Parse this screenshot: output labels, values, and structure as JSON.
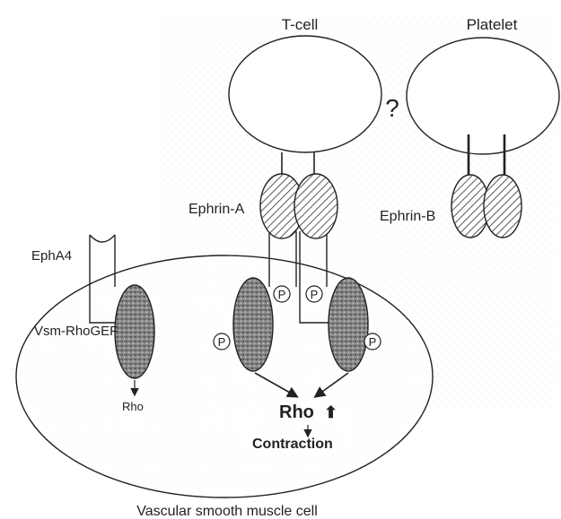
{
  "labels": {
    "tcell": "T-cell",
    "platelet": "Platelet",
    "question": "?",
    "ephrin_a": "Ephrin-A",
    "ephrin_b": "Ephrin-B",
    "epha4": "EphA4",
    "vsm_rhogef": "Vsm-RhoGEF",
    "rho_small": "Rho",
    "rho_main": "Rho",
    "contraction": "Contraction",
    "phospho": "P",
    "vsmc": "Vascular smooth muscle cell"
  },
  "symbols": {
    "up_arrow": "⬆"
  }
}
